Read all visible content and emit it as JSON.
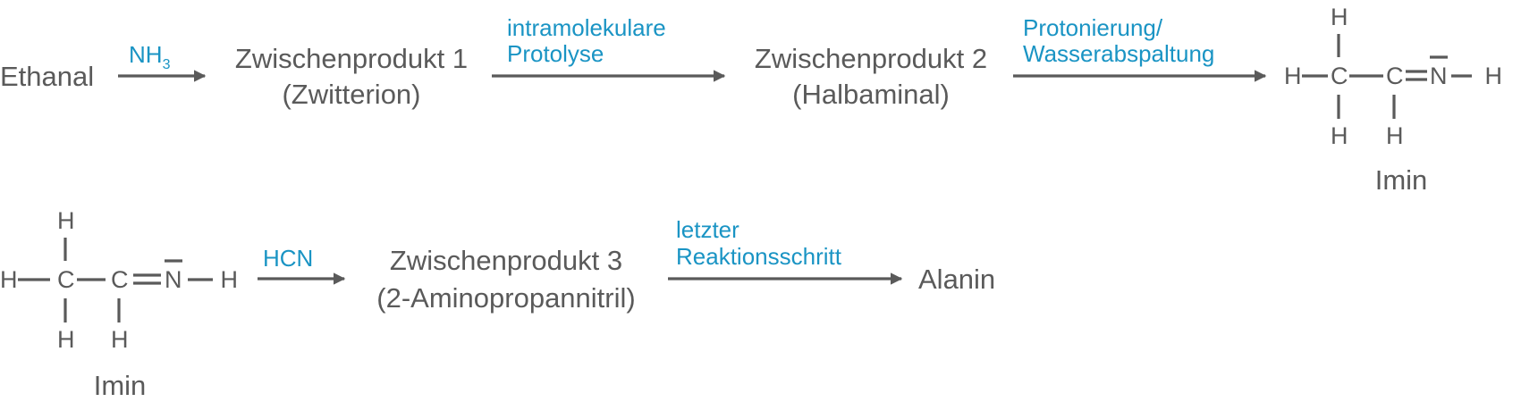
{
  "colors": {
    "text": "#5a5a5a",
    "label": "#1a94c4"
  },
  "row1": {
    "start": "Ethanal",
    "step1": {
      "main": "NH",
      "sub": "3"
    },
    "product1": {
      "line1": "Zwischenprodukt 1",
      "line2": "(Zwitterion)"
    },
    "step2": {
      "line1": "intramolekulare",
      "line2": "Protolyse"
    },
    "product2": {
      "line1": "Zwischenprodukt 2",
      "line2": "(Halbaminal)"
    },
    "step3": {
      "line1": "Protonierung/",
      "line2": "Wasserabspaltung"
    },
    "imine_name": "Imin"
  },
  "row2": {
    "imine_name": "Imin",
    "step4": "HCN",
    "product3": {
      "line1": "Zwischenprodukt 3",
      "line2": "(2-Aminopropannitril)"
    },
    "step5": {
      "line1": "letzter",
      "line2": "Reaktionsschritt"
    },
    "end": "Alanin"
  },
  "imine_atoms": {
    "h": "H",
    "c": "C",
    "n": "N"
  }
}
